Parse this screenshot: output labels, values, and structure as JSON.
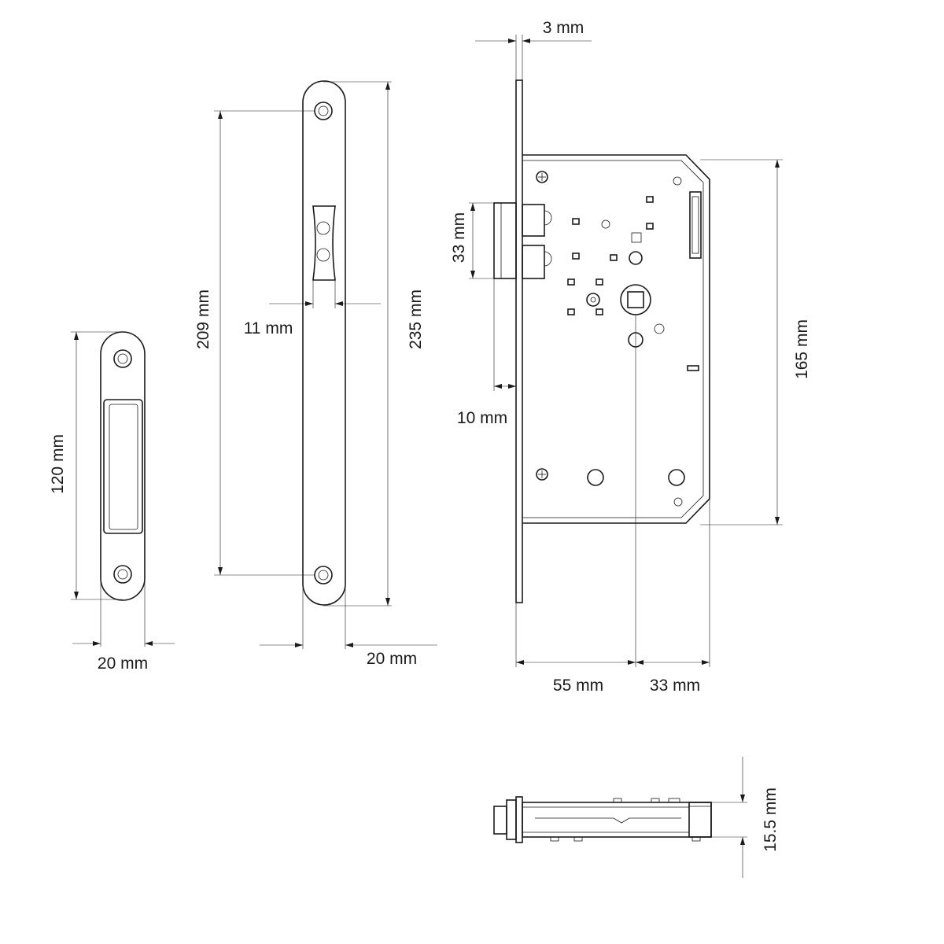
{
  "dimensions": {
    "strike_height": "120 mm",
    "strike_width": "20 mm",
    "faceplate_hole_spacing": "209 mm",
    "faceplate_latch_width": "11 mm",
    "faceplate_height": "235 mm",
    "faceplate_width": "20 mm",
    "faceplate_thickness": "3 mm",
    "latch_height": "33 mm",
    "latch_projection": "10 mm",
    "lock_body_height": "165 mm",
    "backset": "55 mm",
    "spindle_to_back": "33 mm",
    "body_thickness": "15.5 mm"
  }
}
